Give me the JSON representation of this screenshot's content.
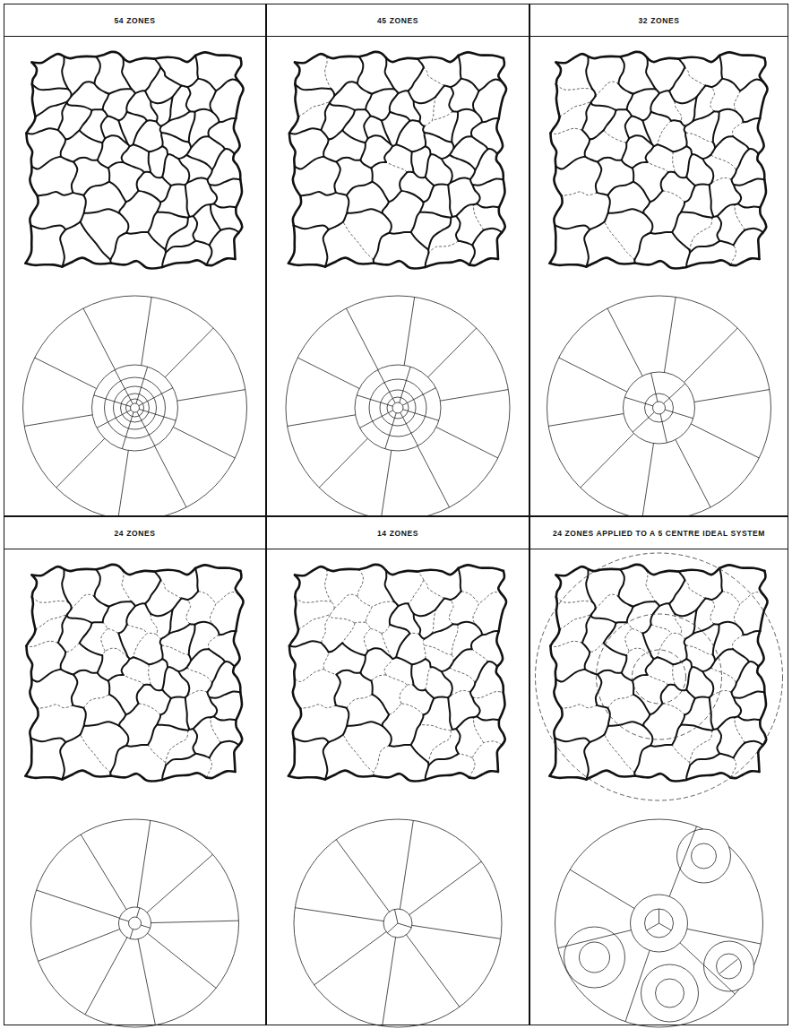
{
  "diagram": {
    "nodes": [
      {
        "text": [
          "54 ZONES"
        ]
      },
      {
        "text": [
          "45 ZONES"
        ]
      },
      {
        "text": [
          "32 ZONES"
        ]
      },
      {
        "text": [
          "24 ZONES"
        ]
      },
      {
        "text": [
          "14 ZONES"
        ]
      },
      {
        "text": [
          "24 ZONES APPLIED TO A 5 CENTRE IDEAL SYSTEM"
        ]
      }
    ]
  }
}
